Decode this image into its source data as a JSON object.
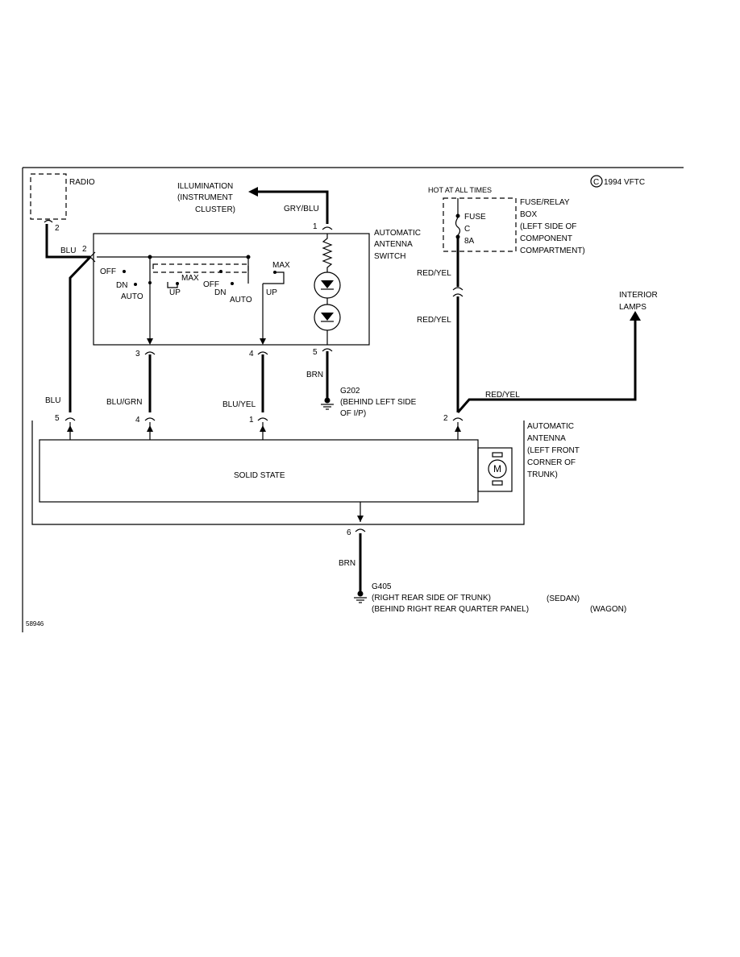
{
  "copyright": "1994 VFTC",
  "copyright_symbol": "C",
  "figure_number": "58946",
  "radio": {
    "label": "RADIO",
    "pin": "2"
  },
  "illumination": {
    "line1": "ILLUMINATION",
    "line2": "(INSTRUMENT",
    "line3": "CLUSTER)"
  },
  "switch": {
    "line1": "AUTOMATIC",
    "line2": "ANTENNA",
    "line3": "SWITCH",
    "left_labels": {
      "off": "OFF",
      "dn": "DN",
      "auto": "AUTO",
      "max": "MAX",
      "up": "UP"
    },
    "right_labels": {
      "off": "OFF",
      "dn": "DN",
      "auto": "AUTO",
      "max": "MAX",
      "up": "UP"
    }
  },
  "hot": "HOT AT ALL TIMES",
  "fuse": {
    "l1": "FUSE",
    "l2": "C",
    "l3": "8A"
  },
  "fusebox": {
    "l1": "FUSE/RELAY",
    "l2": "BOX",
    "l3": "(LEFT SIDE OF",
    "l4": "COMPONENT",
    "l5": "COMPARTMENT)"
  },
  "interior": {
    "l1": "INTERIOR",
    "l2": "LAMPS"
  },
  "wires": {
    "gry_blu": "GRY/BLU",
    "blu_top": "BLU",
    "blu_bottom": "BLU",
    "blu_grn": "BLU/GRN",
    "blu_yel": "BLU/YEL",
    "brn_top": "BRN",
    "brn_bottom": "BRN",
    "red_yel_1": "RED/YEL",
    "red_yel_2": "RED/YEL",
    "red_yel_3": "RED/YEL"
  },
  "pins": {
    "sw_gry": "1",
    "sw_blu": "2",
    "sw_3": "3",
    "sw_4": "4",
    "sw_5": "5",
    "m_5": "5",
    "m_4": "4",
    "m_1": "1",
    "m_2": "2",
    "m_6": "6"
  },
  "g202": {
    "l1": "G202",
    "l2": "(BEHIND LEFT SIDE",
    "l3": "OF I/P)"
  },
  "module": {
    "label": "SOLID STATE",
    "motor": "M"
  },
  "antenna": {
    "l1": "AUTOMATIC",
    "l2": "ANTENNA",
    "l3": "(LEFT FRONT",
    "l4": "CORNER OF",
    "l5": "TRUNK)"
  },
  "g405": {
    "l1": "G405",
    "l2": "(RIGHT REAR SIDE OF TRUNK)",
    "l3": "(BEHIND RIGHT REAR QUARTER PANEL)",
    "sedan": "(SEDAN)",
    "wagon": "(WAGON)"
  }
}
